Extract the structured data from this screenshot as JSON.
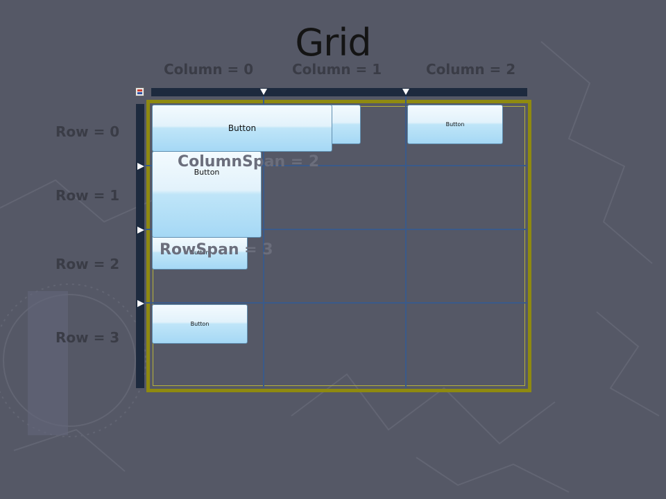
{
  "title": "Grid",
  "columns": [
    "Column = 0",
    "Column = 1",
    "Column = 2"
  ],
  "rows": [
    "Row = 0",
    "Row = 1",
    "Row = 2",
    "Row = 3"
  ],
  "annotations": {
    "column_span": "ColumnSpan = 2",
    "row_span": "RowSpan = 3"
  },
  "buttons": {
    "col_span_button": "Button",
    "row0_col2_button": "Button",
    "row_span_button": "Button",
    "row2_col0_button": "Button",
    "row3_col0_button": "Button"
  },
  "colors": {
    "background": "#555866",
    "ruler": "#1d2a3e",
    "grid_border": "#8f8a10",
    "grid_lines": "#3a5a8a",
    "button_top": "#f3fafe",
    "button_bottom": "#a5d8f5"
  }
}
